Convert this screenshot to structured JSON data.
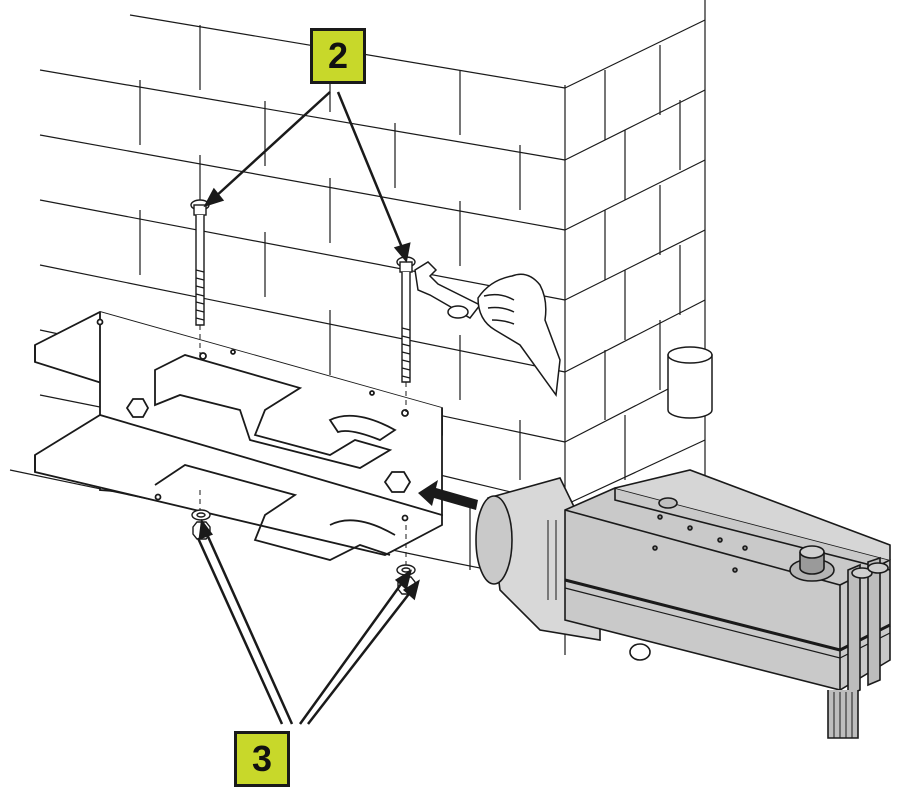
{
  "callouts": [
    {
      "label": "2",
      "color": "#c8d82a"
    },
    {
      "label": "3",
      "color": "#c8d82a"
    }
  ],
  "colors": {
    "line": "#1a1a1a",
    "motor_body": "#c9c9c9",
    "motor_dark": "#9a9a9a",
    "bracket_fill": "#ffffff"
  },
  "icons": [
    "wall-bricks",
    "bolt-icon",
    "wrench-icon",
    "hand-icon",
    "motor-icon",
    "washer-icon",
    "nut-icon",
    "arrow-icon"
  ]
}
